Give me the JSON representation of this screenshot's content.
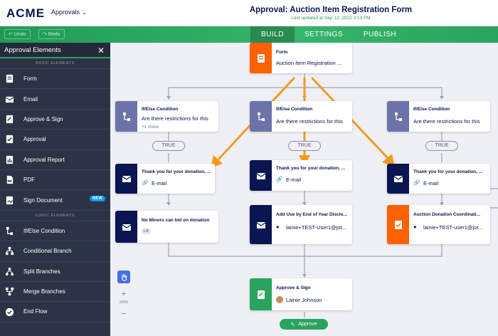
{
  "app": {
    "logo": "ACME",
    "switcher_label": "Approvals",
    "form_title": "Approval: Auction Item Registration Form",
    "saved_text": "Last updated at Sep 12, 2022 3:13 PM"
  },
  "toolbar": {
    "undo_label": "Undo",
    "redo_label": "Redo",
    "tabs": [
      "BUILD",
      "SETTINGS",
      "PUBLISH"
    ],
    "active_tab": "BUILD"
  },
  "sidebar": {
    "title": "Approval Elements",
    "basic_header": "BASIC ELEMENTS",
    "basic_items": [
      {
        "label": "Form",
        "icon": "form-icon"
      },
      {
        "label": "Email",
        "icon": "email-icon"
      },
      {
        "label": "Approve & Sign",
        "icon": "approve-sign-icon"
      },
      {
        "label": "Approval",
        "icon": "approval-icon"
      },
      {
        "label": "Approval Report",
        "icon": "report-icon"
      },
      {
        "label": "PDF",
        "icon": "pdf-icon"
      },
      {
        "label": "Sign Document",
        "icon": "sign-document-icon",
        "badge": "NEW"
      }
    ],
    "logic_header": "LOGIC ELEMENTS",
    "logic_items": [
      {
        "label": "If/Else Condition",
        "icon": "condition-icon"
      },
      {
        "label": "Conditional Branch",
        "icon": "branch-icon"
      },
      {
        "label": "Split Branches",
        "icon": "split-icon"
      },
      {
        "label": "Merge Branches",
        "icon": "merge-icon"
      },
      {
        "label": "End Flow",
        "icon": "end-flow-icon"
      }
    ]
  },
  "flow": {
    "form_node": {
      "title": "Form",
      "subtitle": "Auction Item Registration ..."
    },
    "condition_nodes": [
      {
        "title": "If/Else Condition",
        "subtitle": "Are there restrictions for this",
        "more": "+1 more"
      },
      {
        "title": "If/Else Condition",
        "subtitle": "Are there restrictions for this"
      },
      {
        "title": "If/Else Condition",
        "subtitle": "Are there restrictions for this"
      }
    ],
    "true_label": "TRUE",
    "email_nodes": [
      {
        "title": "Thank you for your donation, ...",
        "type": "E-mail"
      },
      {
        "title": "Thank you for your donation, ...",
        "type": "E-mail"
      },
      {
        "title": "Thank you for your donation, ...",
        "type": "E-mail"
      }
    ],
    "second_row": [
      {
        "title": "No Minors can bid on donation",
        "assignee": "LA"
      },
      {
        "title": "Add Use by End of Year Disclo...",
        "assignee": "lainie+TEST-User1@jot..."
      },
      {
        "title": "Auction Donation Coordinati...",
        "assignee": "lainie+TEST-user1@jot..."
      }
    ],
    "approve_node": {
      "title": "Approve & Sign",
      "assignee": "Lainie Johnson"
    },
    "approve_button": "Approve",
    "zoom_level": "100%"
  },
  "colors": {
    "brand_navy": "#0a1551",
    "green": "#2aa35e",
    "orange": "#ff6100",
    "purple": "#6c73a8",
    "arrow_orange": "#f39a1d"
  }
}
